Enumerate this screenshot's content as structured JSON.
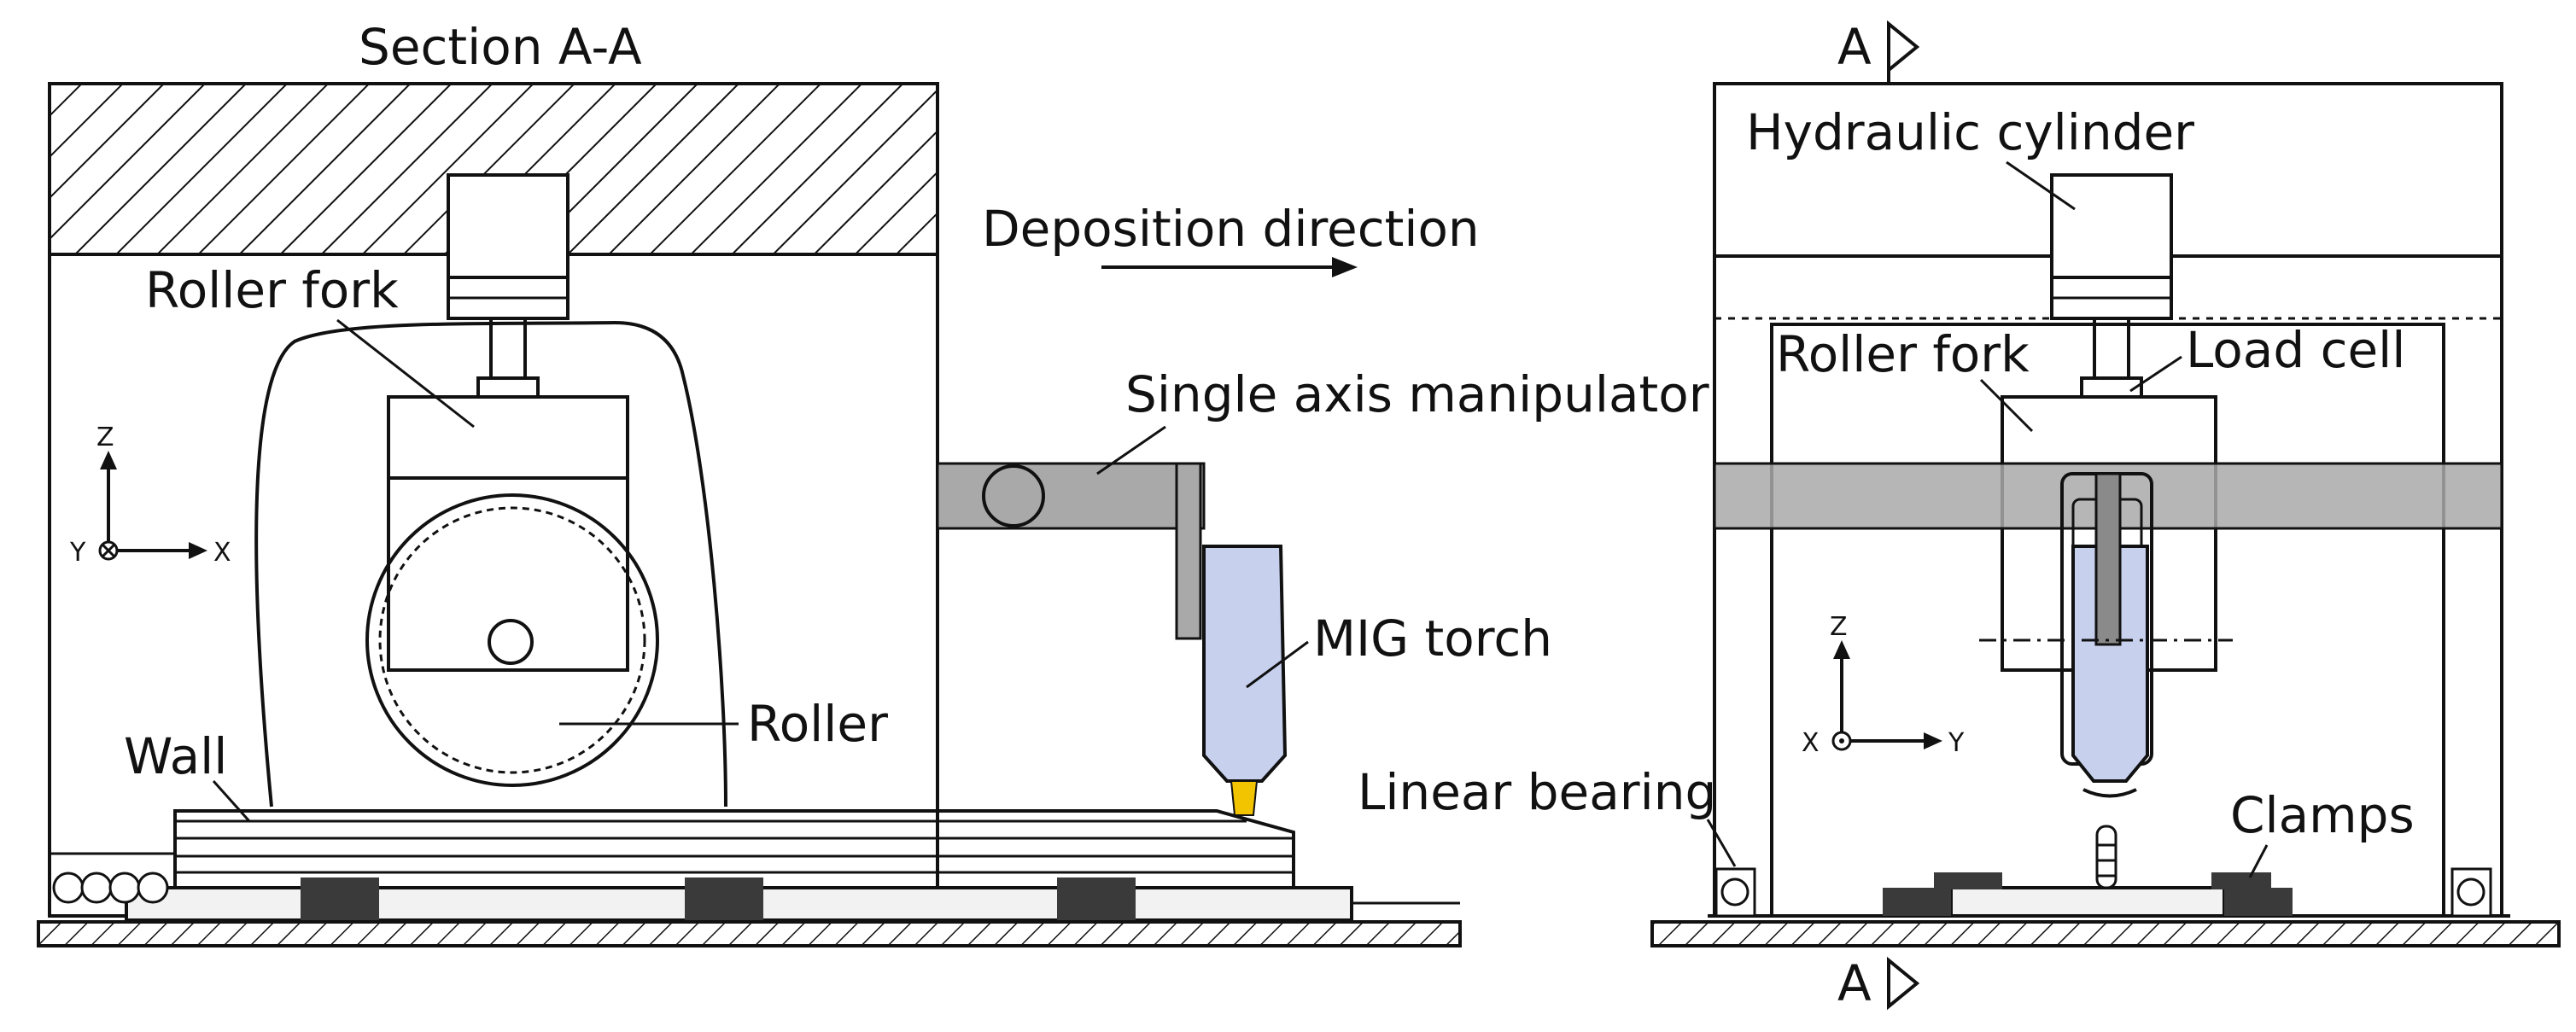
{
  "colors": {
    "line": "#111111",
    "hatch": "#111111",
    "manipulator_bar": "#a9a9a9",
    "torch": "#c7d1ee",
    "wire_tip": "#f2c400",
    "clamp_dark": "#3a3a3a",
    "plate": "#f2f2f2",
    "background": "#ffffff"
  },
  "left_view": {
    "title": "Section A-A",
    "labels": {
      "roller_fork": "Roller fork",
      "roller": "Roller",
      "wall": "Wall",
      "deposition_direction": "Deposition direction",
      "manipulator": "Single axis manipulator",
      "torch": "MIG torch",
      "linear_bearing": "Linear bearing"
    },
    "axes": {
      "up": "Z",
      "right": "X",
      "out": "Y"
    }
  },
  "right_view": {
    "section_top": "A",
    "section_bottom": "A",
    "labels": {
      "hydraulic_cylinder": "Hydraulic cylinder",
      "roller_fork": "Roller fork",
      "load_cell": "Load cell",
      "clamps": "Clamps"
    },
    "axes": {
      "up": "Z",
      "right": "Y",
      "out": "X"
    }
  },
  "icons": [
    "arrow-right-icon",
    "section-marker-icon",
    "axis-triad-icon"
  ]
}
